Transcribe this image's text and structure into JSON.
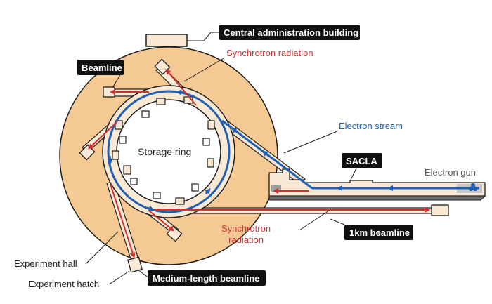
{
  "colors": {
    "hall_fill": "#f4c994",
    "hall_stroke": "#1e1e1e",
    "structure_fill": "#f8e8d4",
    "electron": "#1f5fb4",
    "radiation": "#d32f2f",
    "label_box": "#111111",
    "ring_text": "#222222"
  },
  "labels": {
    "central_admin": "Central administration building",
    "beamline": "Beamline",
    "synchrotron_top": "Synchrotron radiation",
    "electron_stream": "Electron stream",
    "sacla": "SACLA",
    "electron_gun": "Electron gun",
    "storage_ring": "Storage ring",
    "synchrotron_bottom_1": "Synchrotron",
    "synchrotron_bottom_2": "radiation",
    "km_beamline": "1km beamline",
    "experiment_hall": "Experiment hall",
    "experiment_hatch": "Experiment hatch",
    "medium_beamline": "Medium-length beamline"
  }
}
